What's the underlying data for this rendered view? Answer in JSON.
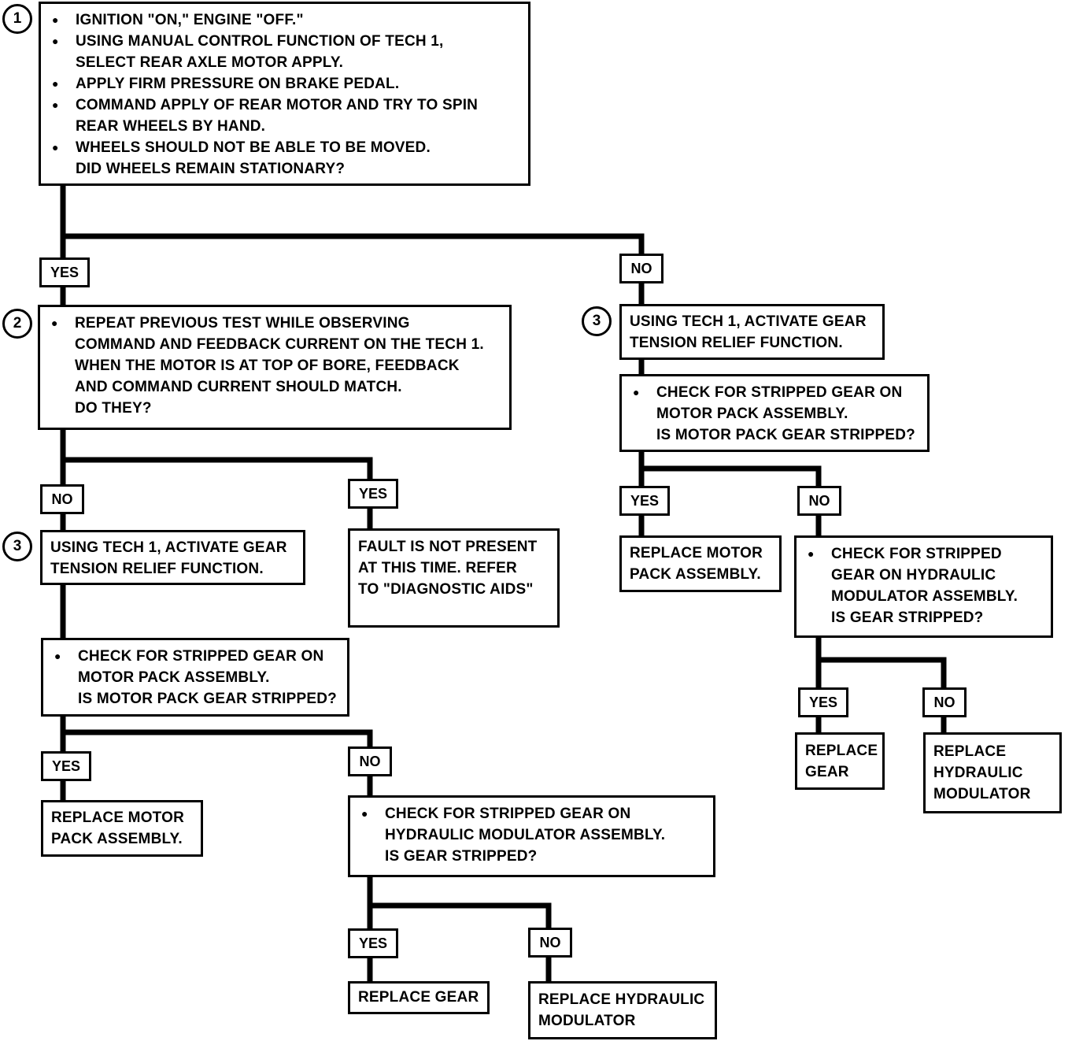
{
  "step_numbers": {
    "one": "1",
    "two": "2",
    "three": "3"
  },
  "labels": {
    "yes": "YES",
    "no": "NO"
  },
  "box1": {
    "bullets": [
      [
        "IGNITION \"ON,\" ENGINE \"OFF.\""
      ],
      [
        "USING MANUAL CONTROL FUNCTION OF TECH 1,",
        "SELECT REAR AXLE MOTOR APPLY."
      ],
      [
        "APPLY FIRM PRESSURE ON BRAKE PEDAL."
      ],
      [
        "COMMAND APPLY OF REAR MOTOR AND TRY TO SPIN",
        "REAR WHEELS BY HAND."
      ],
      [
        "WHEELS SHOULD NOT BE ABLE TO BE MOVED.",
        "DID WHEELS REMAIN STATIONARY?"
      ]
    ]
  },
  "box2": {
    "lines": [
      "REPEAT PREVIOUS TEST WHILE OBSERVING",
      "COMMAND AND FEEDBACK CURRENT ON THE TECH 1.",
      "WHEN THE MOTOR IS AT TOP OF BORE, FEEDBACK",
      "AND COMMAND CURRENT SHOULD MATCH.",
      "DO THEY?"
    ]
  },
  "gear_relief": {
    "lines": [
      "USING TECH 1, ACTIVATE GEAR",
      "TENSION RELIEF FUNCTION."
    ]
  },
  "fault_not_present": {
    "lines": [
      "FAULT IS NOT PRESENT",
      "AT THIS TIME.  REFER",
      "TO \"DIAGNOSTIC AIDS\""
    ]
  },
  "check_motor_pack": {
    "lines": [
      "CHECK FOR STRIPPED GEAR ON",
      "MOTOR PACK ASSEMBLY.",
      "IS MOTOR PACK GEAR STRIPPED?"
    ]
  },
  "replace_motor_pack": {
    "lines": [
      "REPLACE MOTOR",
      "PACK ASSEMBLY."
    ]
  },
  "check_modulator_left": {
    "lines": [
      "CHECK FOR STRIPPED GEAR ON",
      "HYDRAULIC MODULATOR ASSEMBLY.",
      "IS GEAR STRIPPED?"
    ]
  },
  "replace_gear_left": {
    "text": "REPLACE GEAR"
  },
  "replace_modulator_left": {
    "lines": [
      "REPLACE HYDRAULIC",
      "MODULATOR"
    ]
  },
  "check_modulator_right": {
    "lines": [
      "CHECK FOR STRIPPED",
      "GEAR ON HYDRAULIC",
      "MODULATOR ASSEMBLY.",
      "IS GEAR STRIPPED?"
    ]
  },
  "replace_gear_right": {
    "lines": [
      "REPLACE",
      "GEAR"
    ]
  },
  "replace_modulator_right": {
    "lines": [
      "REPLACE",
      "HYDRAULIC",
      "MODULATOR"
    ]
  }
}
